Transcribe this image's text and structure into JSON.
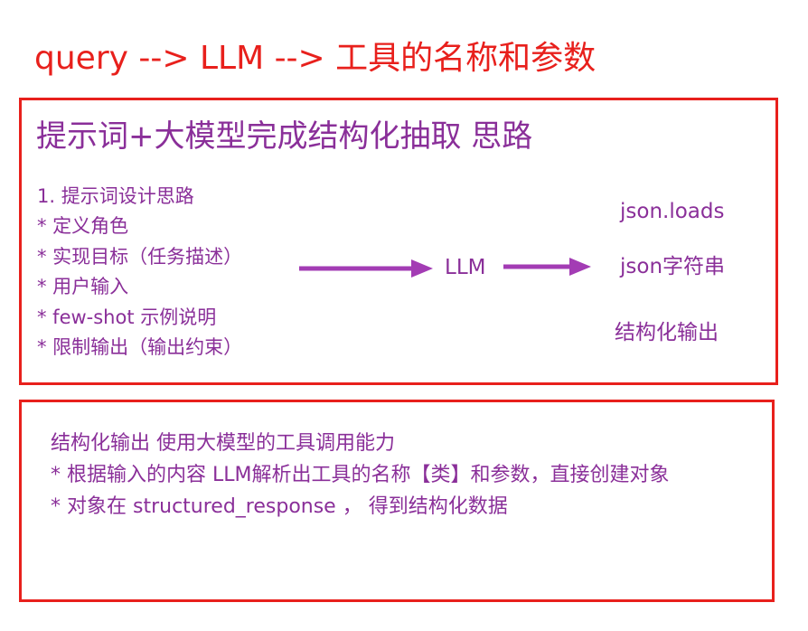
{
  "heading": "query --> LLM --> 工具的名称和参数",
  "top_box": {
    "title": "提示词+大模型完成结构化抽取 思路",
    "steps": [
      "1. 提示词设计思路",
      "* 定义角色",
      "* 实现目标（任务描述）",
      "* 用户输入",
      "* few-shot 示例说明",
      "* 限制输出（输出约束）"
    ],
    "llm_label": "LLM",
    "output_labels": [
      "json.loads",
      "json字符串",
      "结构化输出"
    ]
  },
  "bottom_box": {
    "lines": [
      "结构化输出 使用大模型的工具调用能力",
      "* 根据输入的内容 LLM解析出工具的名称【类】和参数，直接创建对象",
      "* 对象在 structured_response ， 得到结构化数据"
    ]
  },
  "colors": {
    "heading": "#e8201c",
    "border": "#e8201c",
    "text": "#8a2f99",
    "arrow": "#a33cb4"
  }
}
